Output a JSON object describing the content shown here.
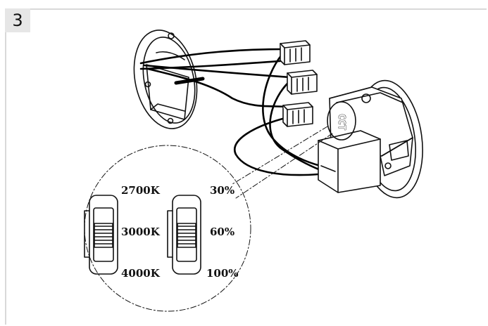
{
  "step": {
    "number": "3"
  },
  "callout": {
    "cct_options": [
      "2700K",
      "3000K",
      "4000K"
    ],
    "cct_selected": "3000K",
    "power_options": [
      "30%",
      "60%",
      "100%"
    ],
    "power_selected": "60%"
  },
  "device_marking": "CCT"
}
